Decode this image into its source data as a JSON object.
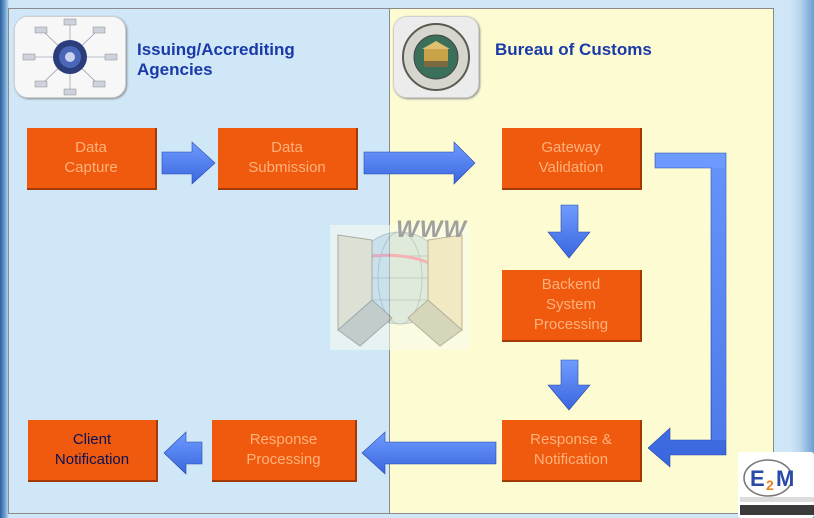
{
  "headers": {
    "left_title": "Issuing/Accrediting\nAgencies",
    "right_title": "Bureau of  Customs"
  },
  "nodes": {
    "data_capture": "Data\nCapture",
    "data_submission": "Data\nSubmission",
    "gateway_validation": "Gateway\nValidation",
    "backend_processing": "Backend\nSystem\nProcessing",
    "response_notification": "Response &\nNotification",
    "response_processing": "Response\nProcessing",
    "client_notification": "Client\nNotification"
  },
  "watermark": "WWW",
  "colors": {
    "box_fill": "#f05a0f",
    "arrow_fill": "#4f7ff0",
    "left_panel": "#cfe7f7",
    "right_panel": "#fdfbd2",
    "title": "#1a3aa8"
  },
  "icons": {
    "agencies_logo": "agencies-wheel-icon",
    "customs_seal": "customs-seal-icon",
    "e2m_logo": "e2m-logo-icon"
  }
}
